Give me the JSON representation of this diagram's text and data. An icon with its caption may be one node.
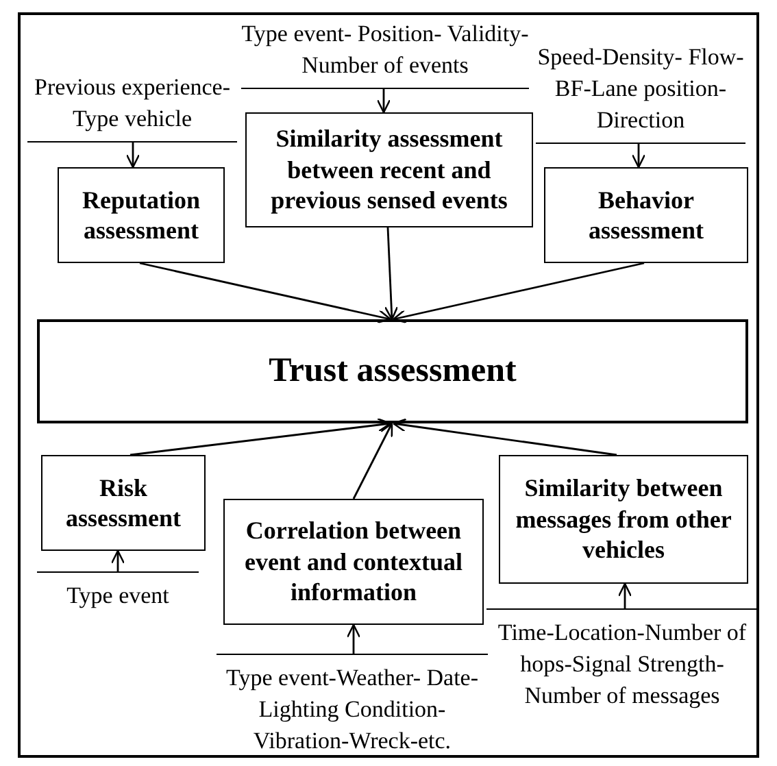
{
  "diagram": {
    "nodes": [
      {
        "text": [
          "Previous experience- Type vehicle"
        ]
      },
      {
        "text": [
          "Type event- Position- Validity-Number of events"
        ]
      },
      {
        "text": [
          "Speed-Density- Flow-BF-Lane position- Direction"
        ]
      },
      {
        "text": [
          "Reputation assessment"
        ]
      },
      {
        "text": [
          "Similarity assessment between recent and previous sensed events"
        ]
      },
      {
        "text": [
          "Behavior assessment"
        ]
      },
      {
        "text": [
          "Trust assessment"
        ]
      },
      {
        "text": [
          "Risk assessment"
        ]
      },
      {
        "text": [
          "Correlation between event and contextual information"
        ]
      },
      {
        "text": [
          "Similarity between messages from other vehicles"
        ]
      },
      {
        "text": [
          "Type event"
        ]
      },
      {
        "text": [
          "Type event-Weather- Date-Lighting Condition- Vibration-Wreck-etc."
        ]
      },
      {
        "text": [
          "Time-Location-Number of hops-Signal Strength- Number of messages"
        ]
      }
    ],
    "edges": [
      {
        "from": 0,
        "to": 3,
        "arrow": "to"
      },
      {
        "from": 1,
        "to": 4,
        "arrow": "to"
      },
      {
        "from": 2,
        "to": 5,
        "arrow": "to"
      },
      {
        "from": 3,
        "to": 6,
        "arrow": "to"
      },
      {
        "from": 4,
        "to": 6,
        "arrow": "to"
      },
      {
        "from": 5,
        "to": 6,
        "arrow": "to"
      },
      {
        "from": 7,
        "to": 6,
        "arrow": "to"
      },
      {
        "from": 8,
        "to": 6,
        "arrow": "to"
      },
      {
        "from": 9,
        "to": 6,
        "arrow": "to"
      },
      {
        "from": 10,
        "to": 7,
        "arrow": "to"
      },
      {
        "from": 11,
        "to": 8,
        "arrow": "to"
      },
      {
        "from": 12,
        "to": 9,
        "arrow": "to"
      }
    ]
  }
}
